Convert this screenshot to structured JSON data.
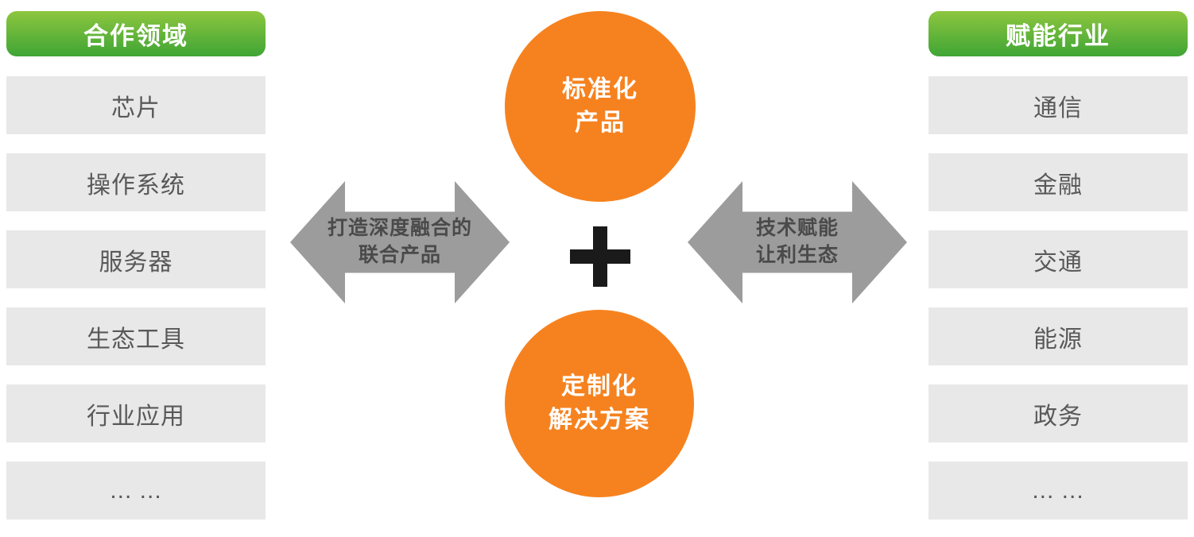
{
  "left_panel": {
    "title": "合作领域",
    "items": [
      "芯片",
      "操作系统",
      "服务器",
      "生态工具",
      "行业应用",
      "... ..."
    ]
  },
  "right_panel": {
    "title": "赋能行业",
    "items": [
      "通信",
      "金融",
      "交通",
      "能源",
      "政务",
      "... ..."
    ]
  },
  "center": {
    "top_circle_line1": "标准化",
    "top_circle_line2": "产品",
    "bottom_circle_line1": "定制化",
    "bottom_circle_line2": "解决方案"
  },
  "arrows": {
    "left_line1": "打造深度融合的",
    "left_line2": "联合产品",
    "right_line1": "技术赋能",
    "right_line2": "让利生态"
  },
  "colors": {
    "green_top": "#8dc63f",
    "green_bottom": "#3fa535",
    "box_gray": "#e8e8e8",
    "box_text": "#595959",
    "orange": "#f6821f",
    "arrow_gray": "#9c9c9c",
    "arrow_text": "#4a4a4a",
    "plus_black": "#1a1a1a"
  }
}
